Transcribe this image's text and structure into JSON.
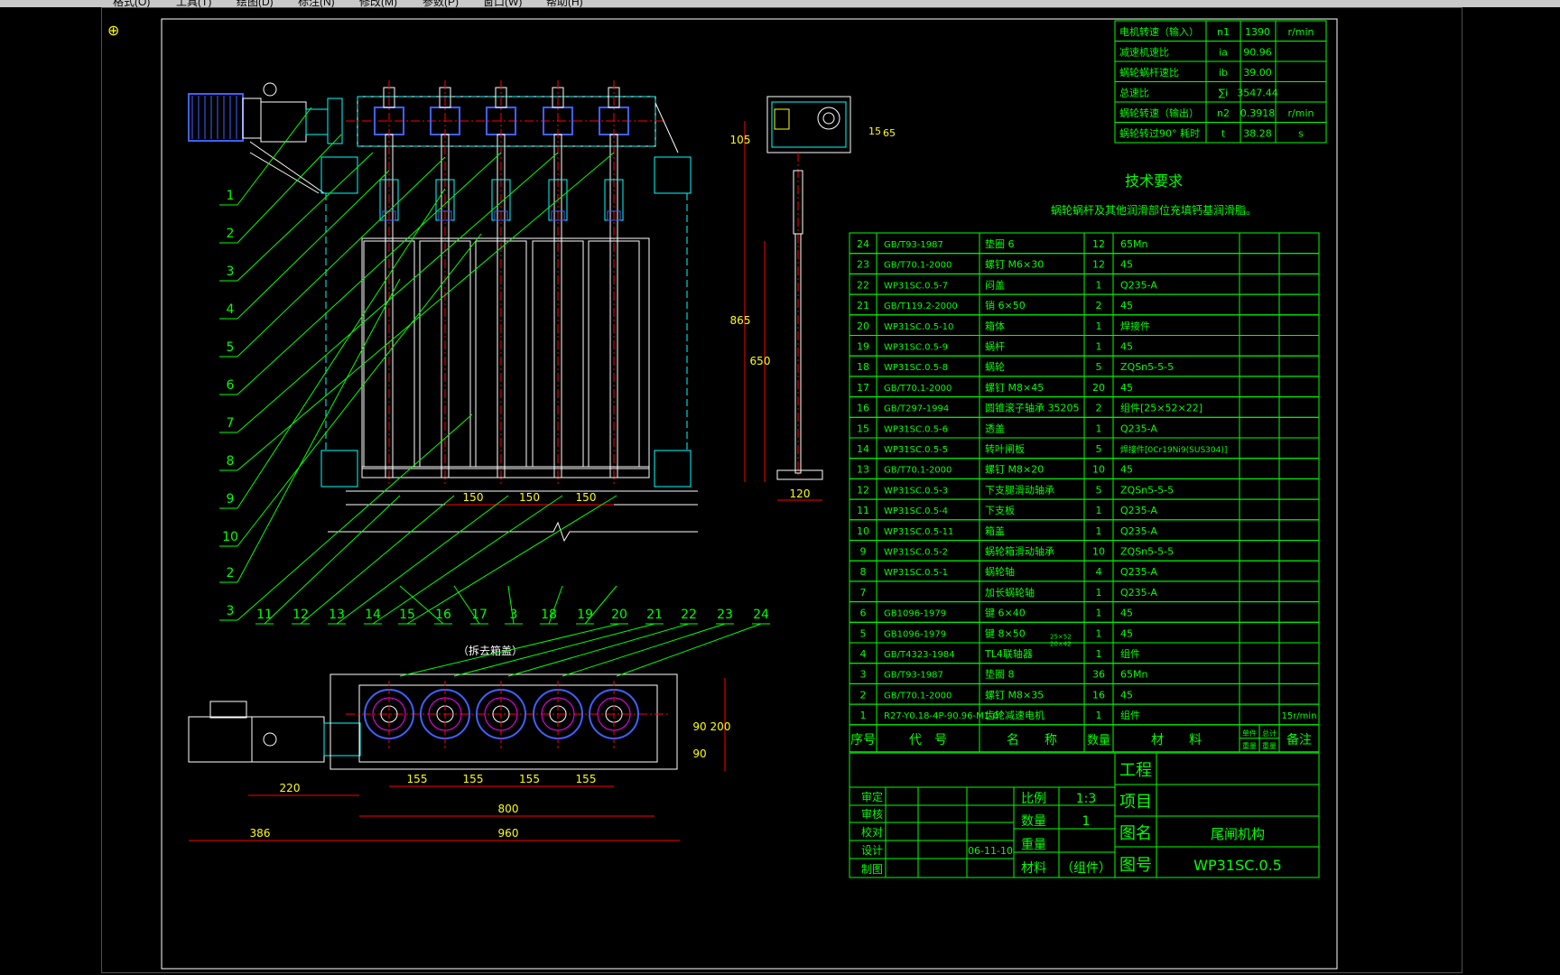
{
  "menu": [
    "格式(O)",
    "工具(T)",
    "绘图(D)",
    "标注(N)",
    "修改(M)",
    "参数(P)",
    "窗口(W)",
    "帮助(H)"
  ],
  "ucs_icon": "ucs-icon",
  "colors": {
    "frame": "#ffffff",
    "table": "#00ff00",
    "text": "#00ff00",
    "cyan": "#00ffff",
    "yellow": "#ffff00",
    "red": "#ff0000",
    "blue": "#4060ff",
    "magenta": "#ff00ff"
  },
  "spec_table": [
    {
      "label": "电机转速（输入）",
      "sym": "n1",
      "value": "1390",
      "unit": "r/min"
    },
    {
      "label": "减速机速比",
      "sym": "ia",
      "value": "90.96",
      "unit": ""
    },
    {
      "label": "蜗轮蜗杆速比",
      "sym": "ib",
      "value": "39.00",
      "unit": ""
    },
    {
      "label": "总速比",
      "sym": "∑i",
      "value": "3547.44",
      "unit": ""
    },
    {
      "label": "蜗轮转速（输出）",
      "sym": "n2",
      "value": "0.3918",
      "unit": "r/min"
    },
    {
      "label": "蜗轮转过90° 耗时",
      "sym": "t",
      "value": "38.28",
      "unit": "s"
    }
  ],
  "tech_title": "技术要求",
  "tech_note": "蜗轮蜗杆及其他润滑部位充填钙基润滑脂。",
  "bom": [
    {
      "no": "24",
      "code": "GB/T93-1987",
      "name": "垫圈 6",
      "qty": "12",
      "mat": "65Mn",
      "note": ""
    },
    {
      "no": "23",
      "code": "GB/T70.1-2000",
      "name": "螺钉 M6×30",
      "qty": "12",
      "mat": "45",
      "note": ""
    },
    {
      "no": "22",
      "code": "WP31SC.0.5-7",
      "name": "闷盖",
      "qty": "1",
      "mat": "Q235-A",
      "note": ""
    },
    {
      "no": "21",
      "code": "GB/T119.2-2000",
      "name": "销 6×50",
      "qty": "2",
      "mat": "45",
      "note": ""
    },
    {
      "no": "20",
      "code": "WP31SC.0.5-10",
      "name": "箱体",
      "qty": "1",
      "mat": "焊接件",
      "note": ""
    },
    {
      "no": "19",
      "code": "WP31SC.0.5-9",
      "name": "蜗杆",
      "qty": "1",
      "mat": "45",
      "note": ""
    },
    {
      "no": "18",
      "code": "WP31SC.0.5-8",
      "name": "蜗轮",
      "qty": "5",
      "mat": "ZQSn5-5-5",
      "note": ""
    },
    {
      "no": "17",
      "code": "GB/T70.1-2000",
      "name": "螺钉 M8×45",
      "qty": "20",
      "mat": "45",
      "note": ""
    },
    {
      "no": "16",
      "code": "GB/T297-1994",
      "name": "圆锥滚子轴承 35205",
      "qty": "2",
      "mat": "组件[25×52×22]",
      "note": ""
    },
    {
      "no": "15",
      "code": "WP31SC.0.5-6",
      "name": "透盖",
      "qty": "1",
      "mat": "Q235-A",
      "note": ""
    },
    {
      "no": "14",
      "code": "WP31SC.0.5-5",
      "name": "转叶闸板",
      "qty": "5",
      "mat": "焊接件[0Cr19Ni9(SUS304)]",
      "note": ""
    },
    {
      "no": "13",
      "code": "GB/T70.1-2000",
      "name": "螺钉 M8×20",
      "qty": "10",
      "mat": "45",
      "note": ""
    },
    {
      "no": "12",
      "code": "WP31SC.0.5-3",
      "name": "下支腿滑动轴承",
      "qty": "5",
      "mat": "ZQSn5-5-5",
      "note": ""
    },
    {
      "no": "11",
      "code": "WP31SC.0.5-4",
      "name": "下支板",
      "qty": "1",
      "mat": "Q235-A",
      "note": ""
    },
    {
      "no": "10",
      "code": "WP31SC.0.5-11",
      "name": "箱盖",
      "qty": "1",
      "mat": "Q235-A",
      "note": ""
    },
    {
      "no": "9",
      "code": "WP31SC.0.5-2",
      "name": "蜗轮箱滑动轴承",
      "qty": "10",
      "mat": "ZQSn5-5-5",
      "note": ""
    },
    {
      "no": "8",
      "code": "WP31SC.0.5-1",
      "name": "蜗轮轴",
      "qty": "4",
      "mat": "Q235-A",
      "note": ""
    },
    {
      "no": "7",
      "code": "",
      "name": "加长蜗轮轴",
      "qty": "1",
      "mat": "Q235-A",
      "note": ""
    },
    {
      "no": "6",
      "code": "GB1096-1979",
      "name": "键 6×40",
      "qty": "1",
      "mat": "45",
      "note": ""
    },
    {
      "no": "5",
      "code": "GB1096-1979",
      "name": "键 8×50",
      "qty": "1",
      "mat": "45",
      "note": ""
    },
    {
      "no": "4",
      "code": "GB/T4323-1984",
      "name": "TL4联轴器",
      "qty": "1",
      "mat": "组件",
      "note": ""
    },
    {
      "no": "3",
      "code": "GB/T93-1987",
      "name": "垫圈 8",
      "qty": "36",
      "mat": "65Mn",
      "note": ""
    },
    {
      "no": "2",
      "code": "GB/T70.1-2000",
      "name": "螺钉 M8×35",
      "qty": "16",
      "mat": "45",
      "note": ""
    },
    {
      "no": "1",
      "code": "R27-Y0.18-4P-90.96-M1-0°",
      "name": "齿轮减速电机",
      "qty": "1",
      "mat": "组件",
      "note": "15r/min"
    }
  ],
  "coupling_sub": [
    "25×52",
    "20×42"
  ],
  "bom_header": {
    "no": "序号",
    "code": "代　号",
    "name": "名　　称",
    "qty": "数量",
    "mat": "材　　料",
    "unit_w1": "单件",
    "unit_w2": "重量",
    "total_w1": "总计",
    "total_w2": "重量",
    "note": "备注"
  },
  "title_block": {
    "review1": "审定",
    "review2": "审核",
    "check": "校对",
    "design": "设计",
    "draw": "制图",
    "date": "06-11-10",
    "scale_label": "比例",
    "scale": "1:3",
    "qty_label": "数量",
    "qty": "1",
    "weight_label": "重量",
    "material_label": "材料",
    "material": "（组件）",
    "project_label": "工程",
    "item_label": "项目",
    "drawing_name_label": "图名",
    "drawing_name": "尾闸机构",
    "drawing_no_label": "图号",
    "drawing_no": "WP31SC.0.5"
  },
  "balloons_left": [
    "1",
    "2",
    "3",
    "4",
    "5",
    "6",
    "7",
    "8",
    "9",
    "10",
    "2",
    "3"
  ],
  "balloons_bottom": [
    "11",
    "12",
    "13",
    "14",
    "15",
    "16",
    "17",
    "3",
    "18",
    "19",
    "20",
    "21",
    "22",
    "23",
    "24"
  ],
  "dims": {
    "front_pitch": "150",
    "side_105": "105",
    "side_15": "15",
    "side_65": "65",
    "side_865": "865",
    "side_650": "650",
    "side_120": "120",
    "plan_220": "220",
    "plan_155": "155",
    "plan_800": "800",
    "plan_960": "960",
    "plan_386": "386",
    "plan_90": "90",
    "plan_200": "200"
  },
  "removed_cover_note": "（拆去箱盖）"
}
